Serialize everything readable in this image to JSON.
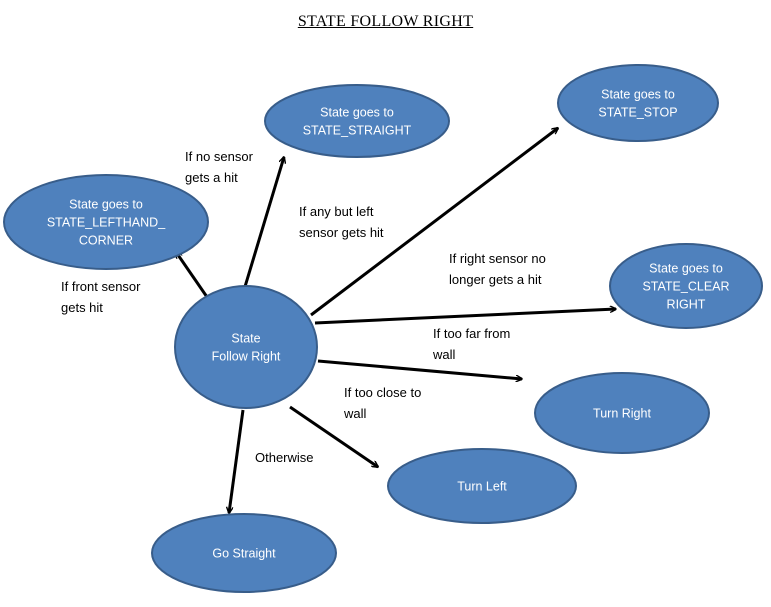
{
  "title": "STATE  FOLLOW  RIGHT",
  "colors": {
    "node_fill": "#4F81BD",
    "node_stroke": "#385D8A",
    "node_text": "#FFFFFF",
    "arrow": "#000000"
  },
  "nodes": [
    {
      "id": "center",
      "lines": [
        "State",
        "Follow Right"
      ]
    },
    {
      "id": "straight",
      "lines": [
        "State goes to",
        "STATE_STRAIGHT"
      ]
    },
    {
      "id": "stop",
      "lines": [
        "State goes to",
        "STATE_STOP"
      ]
    },
    {
      "id": "lefthand",
      "lines": [
        "State goes to",
        "STATE_LEFTHAND_",
        "CORNER"
      ]
    },
    {
      "id": "clear",
      "lines": [
        "State goes to",
        "STATE_CLEAR",
        "RIGHT"
      ]
    },
    {
      "id": "turn_right",
      "lines": [
        "Turn Right"
      ]
    },
    {
      "id": "turn_left",
      "lines": [
        "Turn Left"
      ]
    },
    {
      "id": "go_straight",
      "lines": [
        "Go Straight"
      ]
    }
  ],
  "edges": [
    {
      "from": "center",
      "to": "straight",
      "label": [
        "If no sensor",
        "gets a hit"
      ]
    },
    {
      "from": "center",
      "to": "lefthand",
      "label": [
        "If front sensor",
        "gets hit"
      ]
    },
    {
      "from": "center",
      "to": "stop",
      "label": [
        "If any but left",
        "sensor gets hit"
      ]
    },
    {
      "from": "center",
      "to": "clear",
      "label": [
        "If right sensor no",
        "longer gets a hit"
      ]
    },
    {
      "from": "center",
      "to": "turn_right",
      "label": [
        "If too far from",
        "wall"
      ]
    },
    {
      "from": "center",
      "to": "turn_left",
      "label": [
        "If too close to",
        "wall"
      ]
    },
    {
      "from": "center",
      "to": "go_straight",
      "label": [
        "Otherwise"
      ]
    }
  ]
}
